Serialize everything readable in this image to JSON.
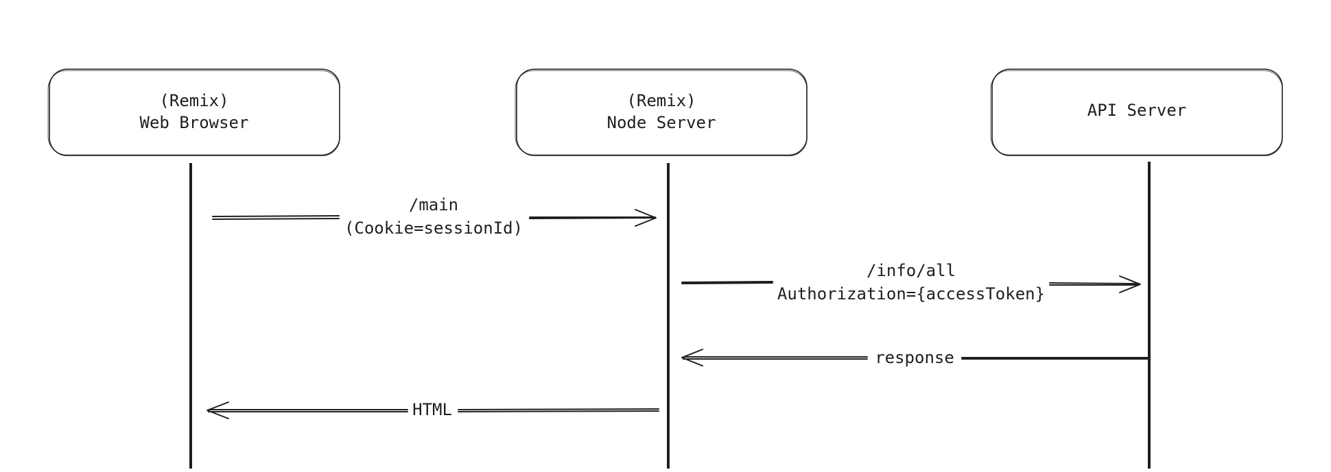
{
  "participants": [
    {
      "id": "browser",
      "line1": "(Remix)",
      "line2": "Web Browser"
    },
    {
      "id": "node",
      "line1": "(Remix)",
      "line2": "Node Server"
    },
    {
      "id": "api",
      "line1": "",
      "line2": "API Server"
    }
  ],
  "messages": [
    {
      "id": "main",
      "line1": "/main",
      "line2": "(Cookie=sessionId)"
    },
    {
      "id": "info",
      "line1": "/info/all",
      "line2": "Authorization={accessToken}"
    },
    {
      "id": "response",
      "line1": "response"
    },
    {
      "id": "html",
      "line1": "HTML"
    }
  ]
}
